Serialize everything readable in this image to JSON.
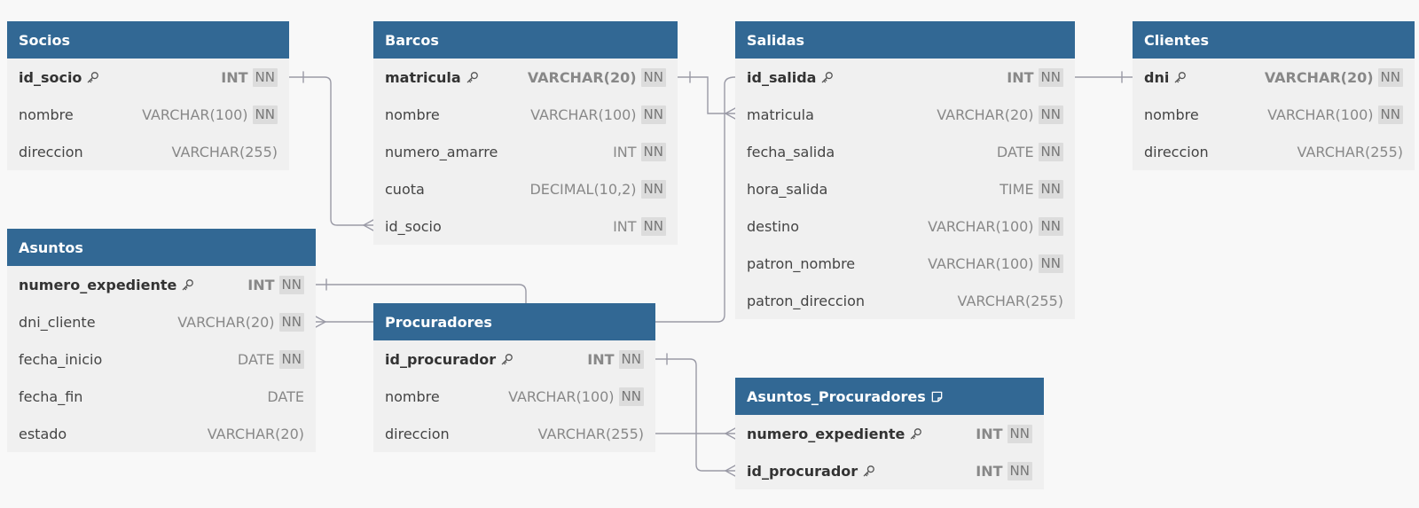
{
  "tables": [
    {
      "name": "Socios",
      "note": false,
      "fields": [
        {
          "name": "id_socio",
          "type": "INT",
          "nn": "NN",
          "pk": true
        },
        {
          "name": "nombre",
          "type": "VARCHAR(100)",
          "nn": "NN",
          "pk": false
        },
        {
          "name": "direccion",
          "type": "VARCHAR(255)",
          "nn": "",
          "pk": false
        }
      ]
    },
    {
      "name": "Barcos",
      "note": false,
      "fields": [
        {
          "name": "matricula",
          "type": "VARCHAR(20)",
          "nn": "NN",
          "pk": true
        },
        {
          "name": "nombre",
          "type": "VARCHAR(100)",
          "nn": "NN",
          "pk": false
        },
        {
          "name": "numero_amarre",
          "type": "INT",
          "nn": "NN",
          "pk": false
        },
        {
          "name": "cuota",
          "type": "DECIMAL(10,2)",
          "nn": "NN",
          "pk": false
        },
        {
          "name": "id_socio",
          "type": "INT",
          "nn": "NN",
          "pk": false
        }
      ]
    },
    {
      "name": "Salidas",
      "note": false,
      "fields": [
        {
          "name": "id_salida",
          "type": "INT",
          "nn": "NN",
          "pk": true
        },
        {
          "name": "matricula",
          "type": "VARCHAR(20)",
          "nn": "NN",
          "pk": false
        },
        {
          "name": "fecha_salida",
          "type": "DATE",
          "nn": "NN",
          "pk": false
        },
        {
          "name": "hora_salida",
          "type": "TIME",
          "nn": "NN",
          "pk": false
        },
        {
          "name": "destino",
          "type": "VARCHAR(100)",
          "nn": "NN",
          "pk": false
        },
        {
          "name": "patron_nombre",
          "type": "VARCHAR(100)",
          "nn": "NN",
          "pk": false
        },
        {
          "name": "patron_direccion",
          "type": "VARCHAR(255)",
          "nn": "",
          "pk": false
        }
      ]
    },
    {
      "name": "Clientes",
      "note": false,
      "fields": [
        {
          "name": "dni",
          "type": "VARCHAR(20)",
          "nn": "NN",
          "pk": true
        },
        {
          "name": "nombre",
          "type": "VARCHAR(100)",
          "nn": "NN",
          "pk": false
        },
        {
          "name": "direccion",
          "type": "VARCHAR(255)",
          "nn": "",
          "pk": false
        }
      ]
    },
    {
      "name": "Asuntos",
      "note": false,
      "fields": [
        {
          "name": "numero_expediente",
          "type": "INT",
          "nn": "NN",
          "pk": true
        },
        {
          "name": "dni_cliente",
          "type": "VARCHAR(20)",
          "nn": "NN",
          "pk": false
        },
        {
          "name": "fecha_inicio",
          "type": "DATE",
          "nn": "NN",
          "pk": false
        },
        {
          "name": "fecha_fin",
          "type": "DATE",
          "nn": "",
          "pk": false
        },
        {
          "name": "estado",
          "type": "VARCHAR(20)",
          "nn": "",
          "pk": false
        }
      ]
    },
    {
      "name": "Procuradores",
      "note": false,
      "fields": [
        {
          "name": "id_procurador",
          "type": "INT",
          "nn": "NN",
          "pk": true
        },
        {
          "name": "nombre",
          "type": "VARCHAR(100)",
          "nn": "NN",
          "pk": false
        },
        {
          "name": "direccion",
          "type": "VARCHAR(255)",
          "nn": "",
          "pk": false
        }
      ]
    },
    {
      "name": "Asuntos_Procuradores",
      "note": true,
      "fields": [
        {
          "name": "numero_expediente",
          "type": "INT",
          "nn": "NN",
          "pk": true
        },
        {
          "name": "id_procurador",
          "type": "INT",
          "nn": "NN",
          "pk": true
        }
      ]
    }
  ],
  "colors": {
    "header": "#326894",
    "header_text": "#ffffff",
    "body": "#f0f0f0",
    "background": "#f8f8f8",
    "connector": "#9a9aa6",
    "badge": "#dcdcdc"
  },
  "icons": {
    "primary_key": "key-icon",
    "table_note": "note-icon"
  }
}
